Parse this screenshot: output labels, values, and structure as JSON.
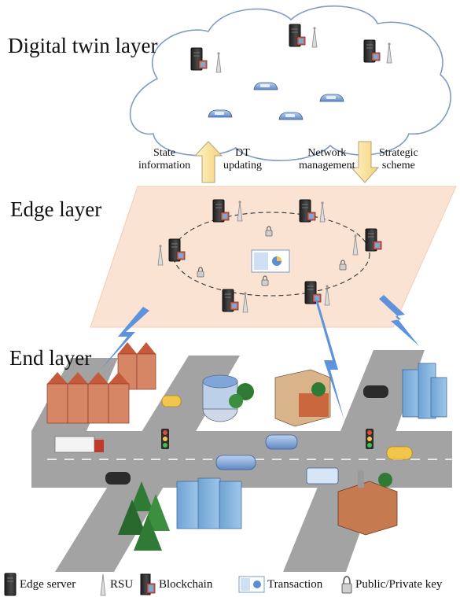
{
  "layers": {
    "digital_twin": "Digital twin layer",
    "edge": "Edge layer",
    "end": "End layer"
  },
  "arrows": {
    "state_information": [
      "State",
      "information"
    ],
    "dt_updating": [
      "DT",
      "updating"
    ],
    "network_management": [
      "Network",
      "management"
    ],
    "strategic_scheme": [
      "Strategic",
      "scheme"
    ]
  },
  "legend": {
    "edge_server": "Edge server",
    "rsu": "RSU",
    "blockchain": "Blockchain",
    "transaction": "Transaction",
    "key": "Public/Private key"
  },
  "colors": {
    "cloud_fill": "#ffffff",
    "cloud_stroke": "#7d9cc8",
    "edge_plane": "#fbe3d3",
    "road": "#a3a3a3",
    "lightning": "#5d93dd",
    "arrow_fill": "#fbe7a8",
    "arrow_stroke": "#b4a27a"
  }
}
